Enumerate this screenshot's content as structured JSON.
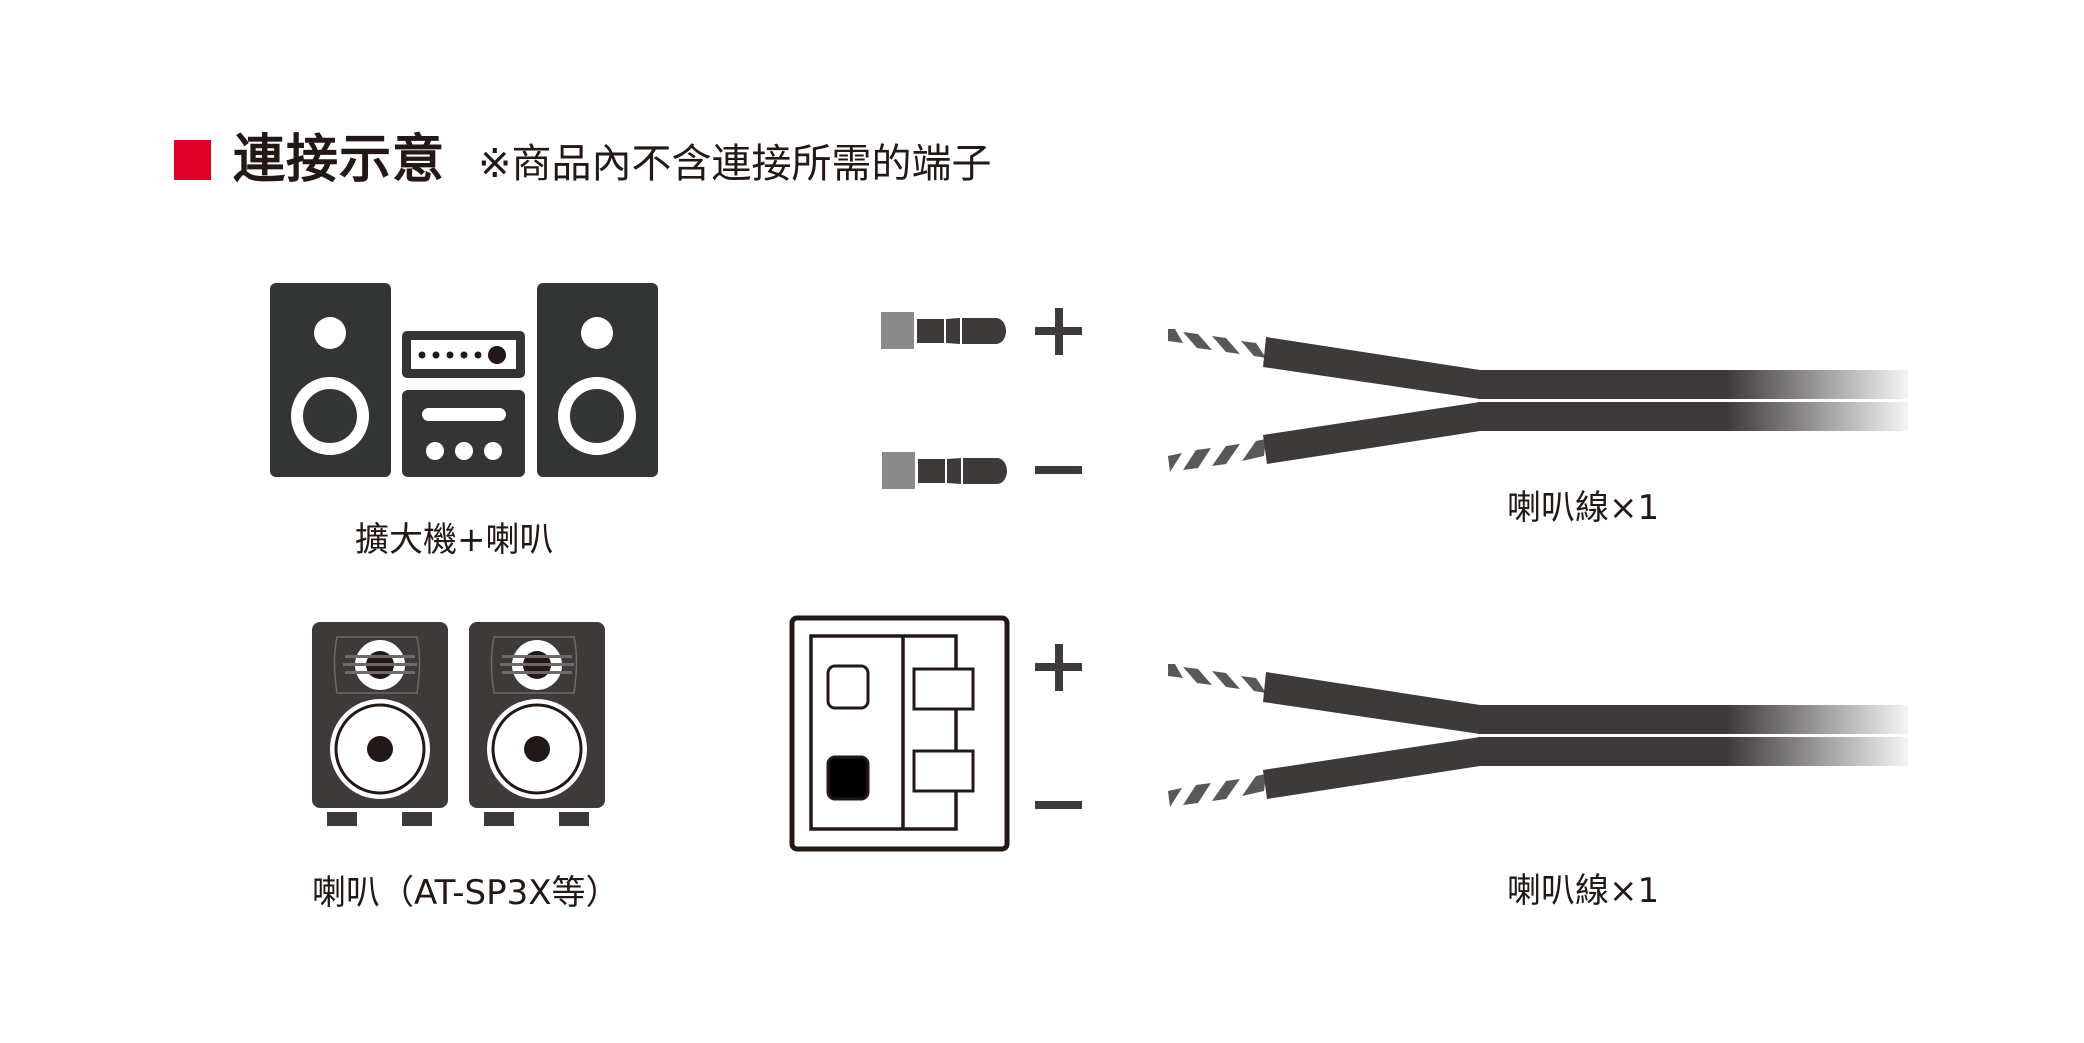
{
  "header": {
    "title": "連接示意",
    "note": "※商品內不含連接所需的端子",
    "accent_color": "#e0002a"
  },
  "rows": [
    {
      "device_label": "擴大機+喇叭",
      "device_icon": "stereo-system-icon",
      "connector_icon": "banana-plug-icon",
      "polarity": [
        "+",
        "−"
      ],
      "cable_label": "喇叭線×1"
    },
    {
      "device_label": "喇叭（AT-SP3X等）",
      "device_icon": "bookshelf-speakers-icon",
      "connector_icon": "spring-terminal-icon",
      "polarity": [
        "+",
        "−"
      ],
      "cable_label": "喇叭線×1"
    }
  ],
  "colors": {
    "icon_dark": "#333535",
    "cable_dark": "#3e3a39",
    "plug_grey": "#8a8a8a",
    "wire_stripe": "#58575a"
  }
}
